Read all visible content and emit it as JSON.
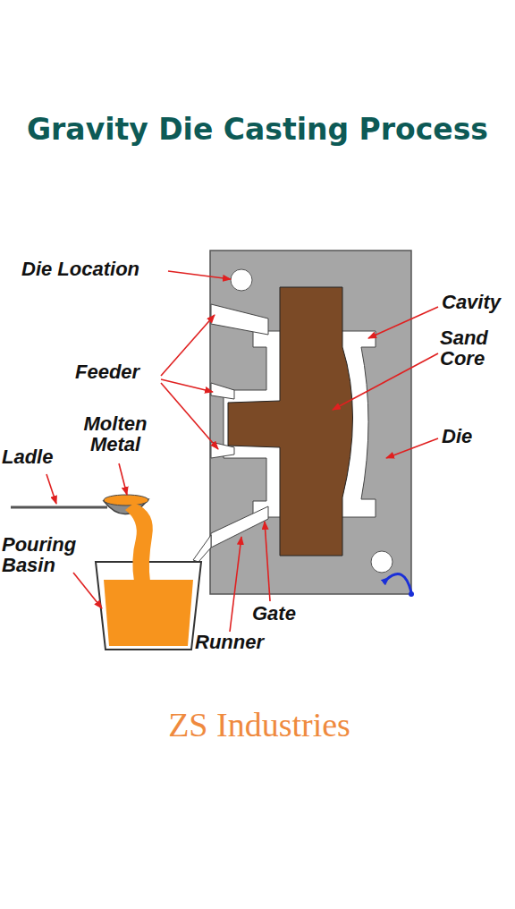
{
  "diagram": {
    "title": "Gravity Die Casting Process",
    "labels": [
      "Die Location",
      "Cavity",
      "Sand Core",
      "Feeder",
      "Die",
      "Molten Metal",
      "Ladle",
      "Pouring Basin",
      "Gate",
      "Runner",
      "ZS Industries"
    ]
  }
}
